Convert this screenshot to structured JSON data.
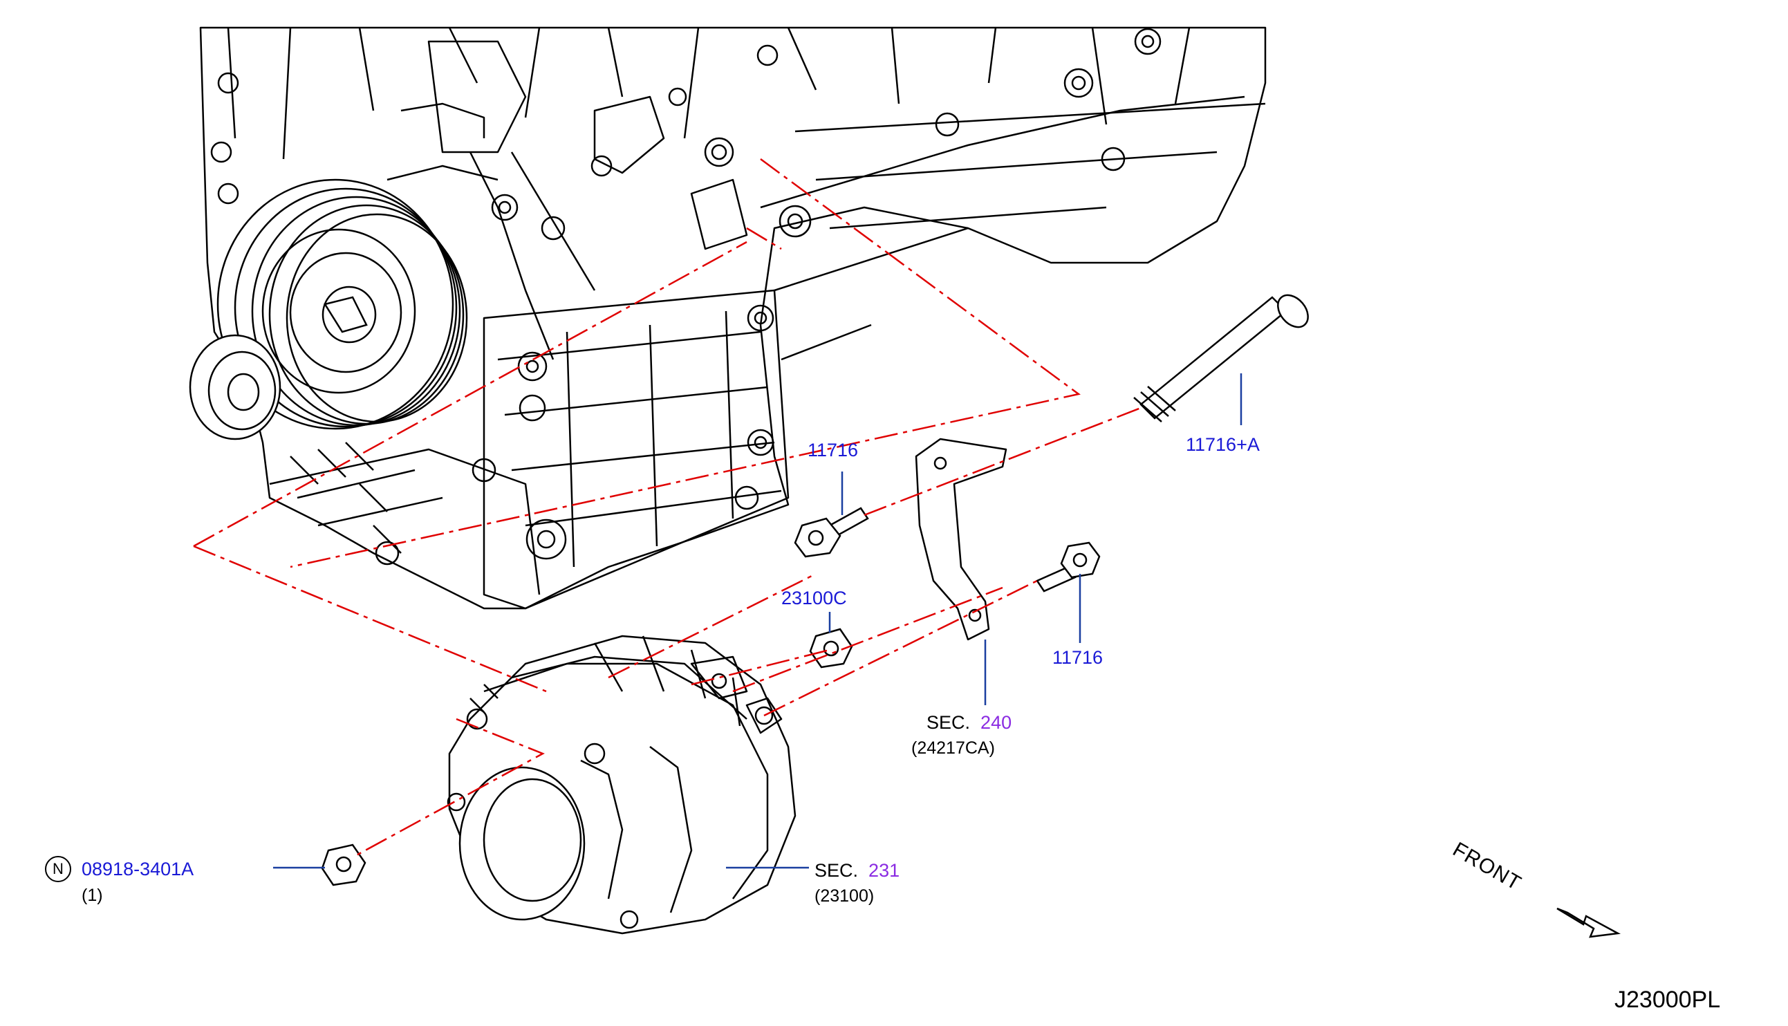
{
  "colors": {
    "part_number": "#1a1ad6",
    "section_number": "#8a2be2",
    "dash_line": "#e00000",
    "leader_line": "#1a3fa0",
    "drawing": "#000000"
  },
  "labels": {
    "bolt_top": "11716",
    "long_bolt": "11716+A",
    "nut": "23100C",
    "bolt_right": "11716",
    "bracket_sec_prefix": "SEC.",
    "bracket_sec_num": "240",
    "bracket_part": "(24217CA)",
    "alt_sec_prefix": "SEC.",
    "alt_sec_num": "231",
    "alt_part": "(23100)",
    "nut_left_symbol": "N",
    "nut_left_part": "08918-3401A",
    "nut_left_qty": "(1)",
    "front": "FRONT",
    "diagram_code": "J23000PL"
  }
}
